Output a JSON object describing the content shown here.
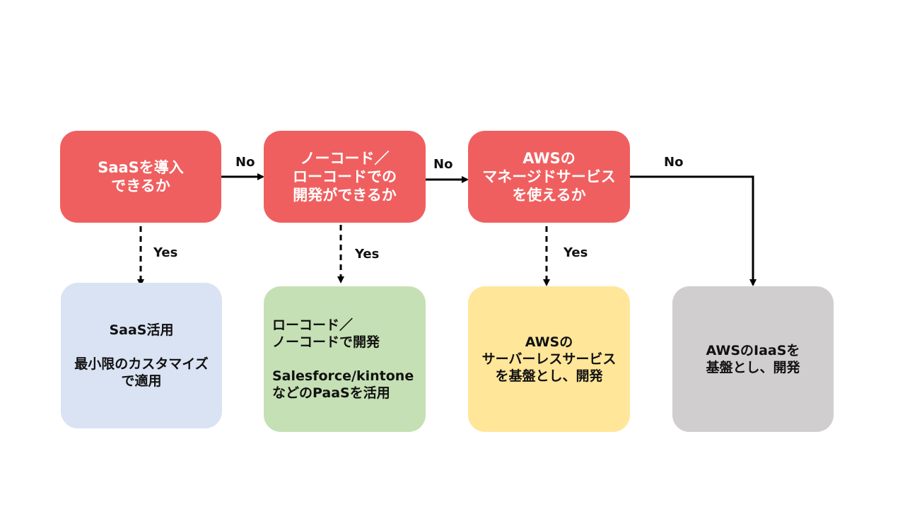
{
  "colors": {
    "question": "#f05f5f",
    "saas": "#dae3f3",
    "lowcode": "#c5e0b4",
    "serverless": "#ffe699",
    "iaas": "#d0cece",
    "line": "#000000"
  },
  "questions": {
    "saas": "SaaSを導入\nできるか",
    "lowcode": "ノーコード／\nローコードでの\n開発ができるか",
    "managed": "AWSの\nマネージドサービス\nを使えるか"
  },
  "results": {
    "saas": "SaaS活用\n\n最小限のカスタマイズ\nで適用",
    "lowcode": "ローコード／\nノーコードで開発\n\nSalesforce/kintone\nなどのPaaSを活用",
    "serverless": "AWSの\nサーバーレスサービス\nを基盤とし、開発",
    "iaas": "AWSのIaaSを\n基盤とし、開発"
  },
  "labels": {
    "no1": "No",
    "no2": "No",
    "no3": "No",
    "yes1": "Yes",
    "yes2": "Yes",
    "yes3": "Yes"
  }
}
